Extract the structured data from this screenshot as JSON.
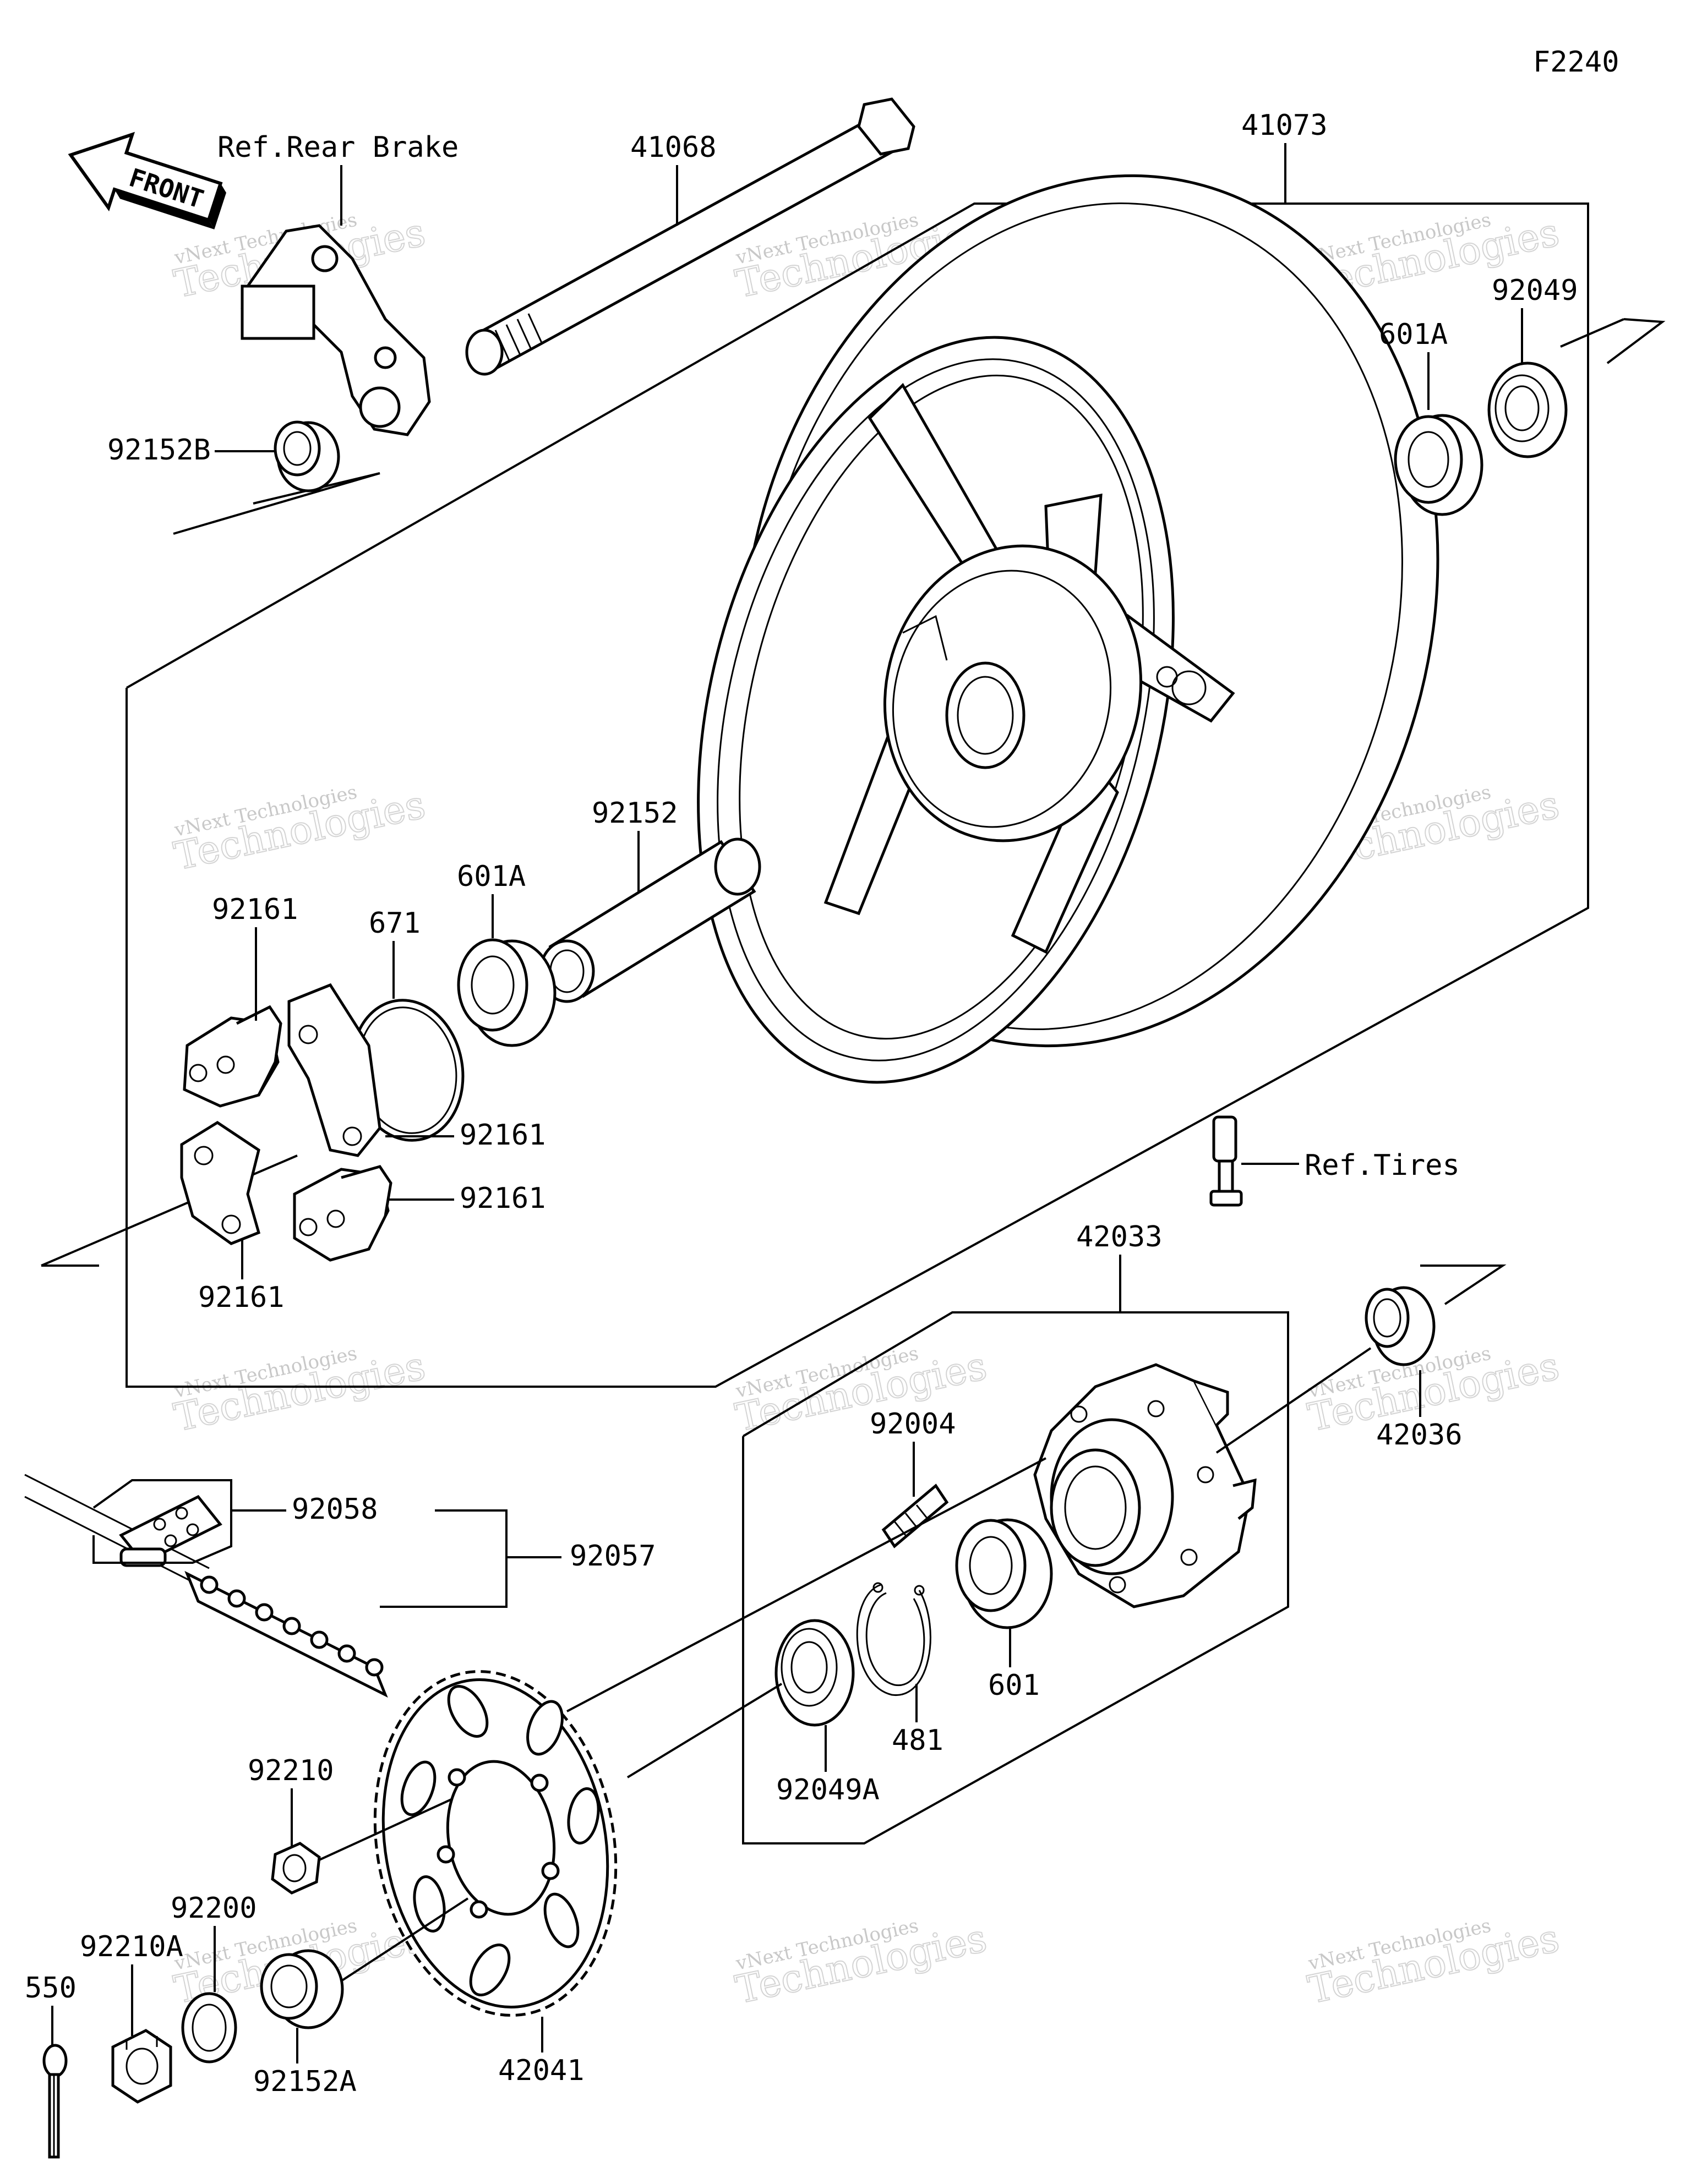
{
  "diagram_code": "F2240",
  "front_arrow_label": "FRONT",
  "references": {
    "rear_brake": "Ref.Rear Brake",
    "tires": "Ref.Tires"
  },
  "watermark": {
    "line1": "vNext Technologies",
    "line2": "Technologies",
    "line3": "vNext"
  },
  "parts": {
    "p41068": "41068",
    "p41073": "41073",
    "p92049": "92049",
    "p601A_top": "601A",
    "p92152B": "92152B",
    "p92152": "92152",
    "p601A_mid": "601A",
    "p671": "671",
    "p92161_a": "92161",
    "p92161_b": "92161",
    "p92161_c": "92161",
    "p92161_d": "92161",
    "p42033": "42033",
    "p42036": "42036",
    "p92004": "92004",
    "p92058": "92058",
    "p92057": "92057",
    "p601": "601",
    "p481": "481",
    "p92049A": "92049A",
    "p92210": "92210",
    "p92200": "92200",
    "p92210A": "92210A",
    "p550": "550",
    "p92152A": "92152A",
    "p42041": "42041"
  }
}
